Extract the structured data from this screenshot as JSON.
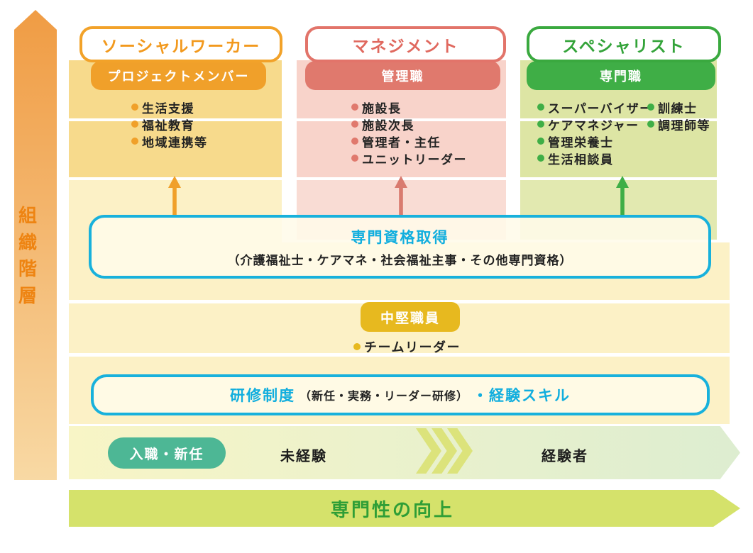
{
  "diagram": {
    "org_axis": {
      "label": "組織階層"
    },
    "columns": [
      {
        "title": "ソーシャルワーカー",
        "role": "プロジェクトメンバー",
        "items": [
          "生活支援",
          "福祉教育",
          "地域連携等"
        ],
        "accent": "#f0a02a"
      },
      {
        "title": "マネジメント",
        "role": "管理職",
        "items": [
          "施設長",
          "施設次長",
          "管理者・主任",
          "ユニットリーダー"
        ],
        "accent": "#e0796d"
      },
      {
        "title": "スペシャリスト",
        "role": "専門職",
        "items_left": [
          "スーパーバイザー",
          "ケアマネジャー",
          "管理栄養士",
          "生活相談員"
        ],
        "items_right": [
          "訓練士",
          "調理師等"
        ],
        "accent": "#3fae46"
      }
    ],
    "qualification": {
      "title": "専門資格取得",
      "detail": "（介護福祉士・ケアマネ・社会福祉主事・その他専門資格）"
    },
    "mid_level": {
      "badge": "中堅職員",
      "item": "チームリーダー"
    },
    "training": {
      "title": "研修制度",
      "detail": "（新任・実務・リーダー研修）",
      "suffix": "・経験スキル"
    },
    "experience": {
      "entry_badge": "入職・新任",
      "novice": "未経験",
      "experienced": "経験者"
    },
    "bottom_axis": {
      "label": "専門性の向上"
    },
    "colors": {
      "cyan": "#18b1dc",
      "gold": "#e7b91f",
      "teal": "#4db795",
      "orange": "#f0a02a",
      "salmon": "#e0796d",
      "green": "#3fae46",
      "bottom_arrow": "#d5e26b",
      "bottom_text": "#2f9e36"
    }
  }
}
